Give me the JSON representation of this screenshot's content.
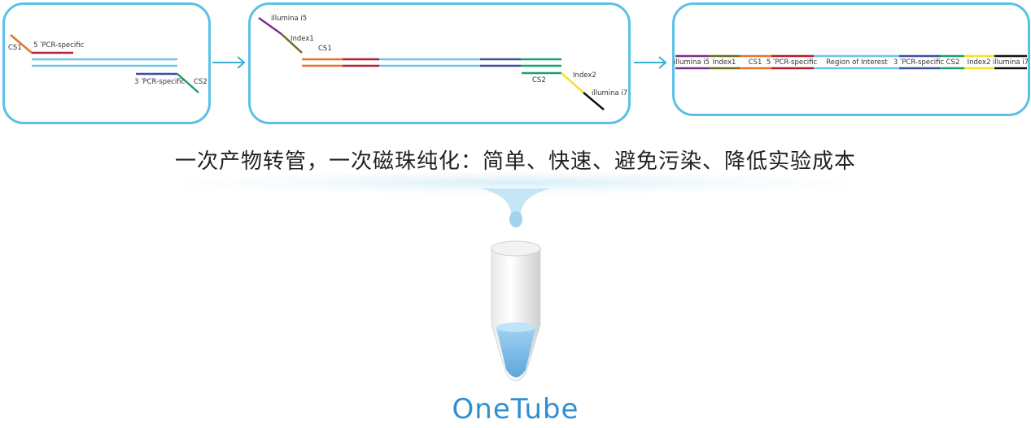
{
  "panels": {
    "p1": {
      "cs1": "CS1",
      "pcr5": "5 ʹPCR-specific",
      "pcr3": "3 ʹPCR-specific",
      "cs2": "CS2"
    },
    "p2": {
      "illumina_i5": "illumina i5",
      "index1": "Index1",
      "cs1": "CS1",
      "cs2": "CS2",
      "index2": "Index2",
      "illumina_i7": "illumina i7"
    },
    "p3": {
      "segments": [
        "illumina i5",
        "Index1",
        "CS1",
        "5 ʹPCR-specific",
        "Region of Interest",
        "3 ʹPCR-specific",
        "CS2",
        "Index2",
        "illumina i7"
      ]
    }
  },
  "headline": "一次产物转管，一次磁珠纯化：简单、快速、避免污染、降低实验成本",
  "brand": "OneTube",
  "colors": {
    "panel_border": "#5cc0e6",
    "arrow": "#3ab0cf",
    "cs1": "#e8722c",
    "pcr5": "#b51f2e",
    "region": "#6cc5e8",
    "pcr3": "#3e4f9e",
    "cs2": "#1aa06e",
    "index2": "#f3e221",
    "illumina_i7": "#111111",
    "illumina_i5": "#7a2f8e",
    "index1": "#6d6a24",
    "brand": "#2f8fd2"
  },
  "icons": [
    "arrow-right-icon",
    "cloud-drip-icon",
    "pcr-tube-icon"
  ]
}
